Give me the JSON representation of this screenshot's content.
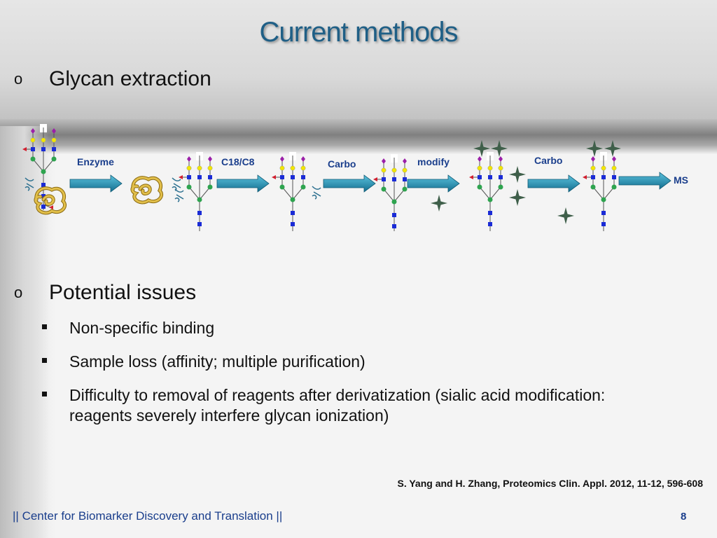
{
  "slide": {
    "title": "Current methods",
    "bullet1": {
      "marker": "o",
      "text": "Glycan extraction"
    },
    "bullet2": {
      "marker": "o",
      "text": "Potential issues"
    },
    "subbullets": [
      "Non-specific binding",
      "Sample loss (affinity; multiple purification)",
      "Difficulty to removal of reagents after derivatization (sialic acid modification: reagents severely interfere glycan ionization)"
    ],
    "reference": "S. Yang and H. Zhang, Proteomics Clin. Appl. 2012, 11-12, 596-608",
    "footer": {
      "left_bar": "||",
      "text": "Center for Biomarker Discovery and Translation",
      "right_bar": "||"
    },
    "page_number": "8"
  },
  "workflow": {
    "labels": [
      "Enzyme",
      "C18/C8",
      "Carbo",
      "modify",
      "Carbo",
      "MS"
    ]
  },
  "colors": {
    "title": "#1f5f86",
    "label": "#1a3e8c",
    "arrow": "#1e8db0",
    "glcnac": "#1a2bd6",
    "mannose": "#2ea44f",
    "galactose": "#f2e600",
    "sialic": "#9b1fa8",
    "fucose": "#d21f2f",
    "reagent": "#3f5f4a",
    "protein": "#c9a227"
  }
}
